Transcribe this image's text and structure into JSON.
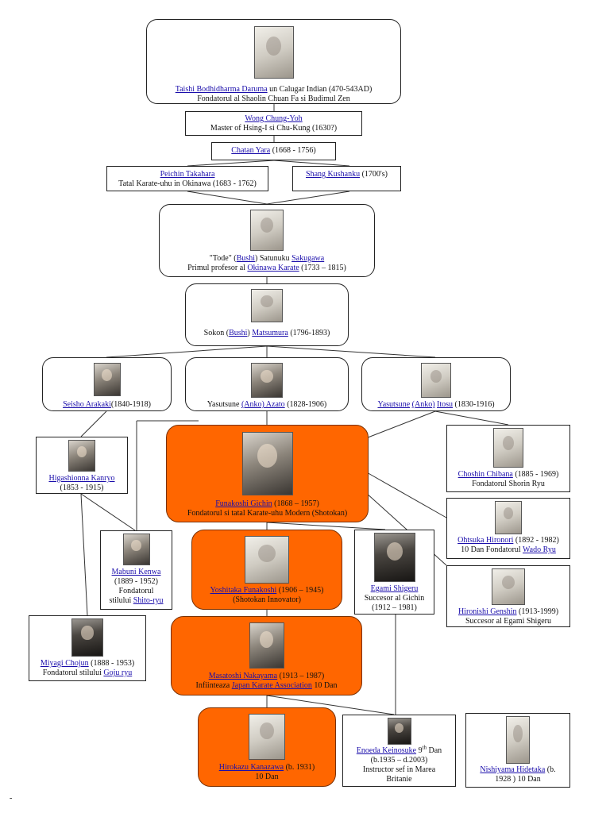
{
  "bodhidharma": {
    "name": "Taishi Bodhidharma Daruma",
    "rest": " un Calugar Indian (470-543AD)",
    "line2": "Fondatorul al Shaolin Chuan Fa si Budimul Zen"
  },
  "wong": {
    "name": "Wong Chung-Yoh",
    "line2": "Master of Hsing-I si Chu-Kung (1630?)"
  },
  "chatan": {
    "name": "Chatan Yara",
    "rest": " (1668 - 1756)"
  },
  "peichin": {
    "name": "Peichin Takahara",
    "line2": "Tatal Karate-uhu in Okinawa (1683 - 1762)"
  },
  "shang": {
    "name": "Shang Kushanku",
    "rest": " (1700's)"
  },
  "sakugawa": {
    "p1": "\"Tode\" (",
    "bushi": "Bushi",
    "p2": ") Satunuku ",
    "name": "Sakugawa",
    "l2a": "Primul profesor al ",
    "okinawa": "Okinawa Karate",
    "l2b": " (1733 – 1815)"
  },
  "matsumura": {
    "p1": "Sokon (",
    "bushi": "Bushi",
    "p2": ") ",
    "name": "Matsumura",
    "rest": " (1796-1893)"
  },
  "arakaki": {
    "name": "Seisho Arakaki",
    "rest": "(1840-1918)"
  },
  "azato": {
    "p1": "Yasutsune ",
    "anko": "(Anko) Azato",
    "rest": " (1828-1906)"
  },
  "itosu": {
    "name": "Yasutsune",
    "sp": " ",
    "anko": "(Anko)",
    "sp2": " ",
    "name2": "Itosu",
    "rest": " (1830-1916)"
  },
  "higashionna": {
    "name": "Higashionna Kanryo",
    "line2": "(1853 - 1915)"
  },
  "funakoshi": {
    "name": "Funakoshi Gichin",
    "rest": " (1868 – 1957)",
    "line2": "Fondatorul si tatal Karate-uhu Modern (Shotokan)"
  },
  "chibana": {
    "name": "Choshin Chibana",
    "rest": " (1885 - 1969)",
    "line2": "Fondatorul Shorin Ryu"
  },
  "mabuni": {
    "name": "Mabuni Kenwa",
    "line2": "(1889 - 1952)",
    "line3": "Fondatorul",
    "line4a": "stilului ",
    "style": "Shito-ryu"
  },
  "yoshitaka": {
    "name": "Yoshitaka Funakoshi",
    "rest": " (1906 – 1945)",
    "line2": "(Shotokan Innovator)"
  },
  "egami": {
    "name": "Egami Shigeru",
    "line2": "Succesor al Gichin",
    "line3": "(1912 – 1981)"
  },
  "ohtsuka": {
    "name": "Ohtsuka Hironori",
    "rest": " (1892 - 1982)",
    "line2a": "10 Dan Fondatorul ",
    "style": "Wado Ryu"
  },
  "hironishi": {
    "name": "Hironishi Genshin",
    "rest": " (1913-1999)",
    "line2": "Succesor al Egami Shigeru"
  },
  "miyagi": {
    "name": "Miyagi Chojun",
    "rest": " (1888 - 1953)",
    "line2a": "Fondatorul stilului ",
    "style": "Goju ryu"
  },
  "nakayama": {
    "name": "Masatoshi Nakayama",
    "rest": " (1913 – 1987)",
    "l2a": "Infiinteaza ",
    "jka": "Japan Karate Association",
    "l2b": " 10 Dan"
  },
  "kanazawa": {
    "name": "Hirokazu Kanazawa",
    "rest": " (b. 1931)",
    "line2": "10 Dan"
  },
  "enoeda": {
    "name": "Enoeda Keinosuke",
    "rest": " 9",
    "sup": "th",
    "rest2": " Dan",
    "line2": "(b.1935 – d.2003)",
    "line3": "Instructor sef in Marea",
    "line4": "Britanie"
  },
  "nishiyama": {
    "name": "Nishiyama Hidetaka",
    "rest": " (b.",
    "line2": "1928 ) 10 Dan"
  },
  "footer_dash": "-"
}
